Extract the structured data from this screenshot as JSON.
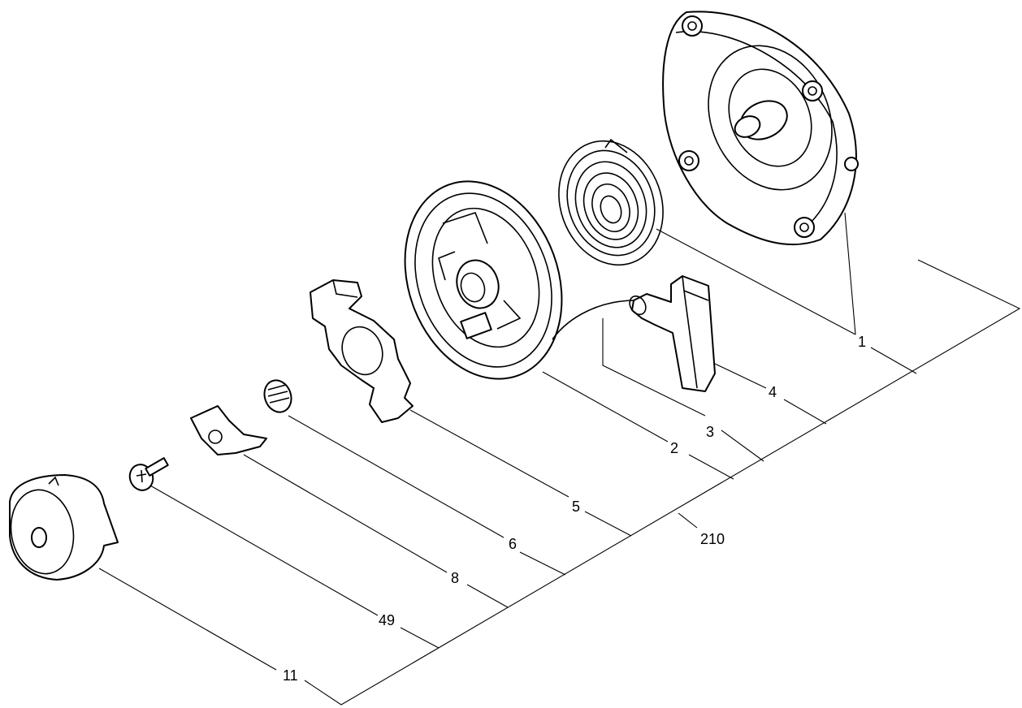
{
  "diagram": {
    "callouts": {
      "housing": "1",
      "pulley": "2",
      "rope": "3",
      "handle": "4",
      "ratchet_plate": "5",
      "spring_small": "6",
      "pawl": "8",
      "screw": "49",
      "cup": "11",
      "assembly": "210"
    }
  }
}
